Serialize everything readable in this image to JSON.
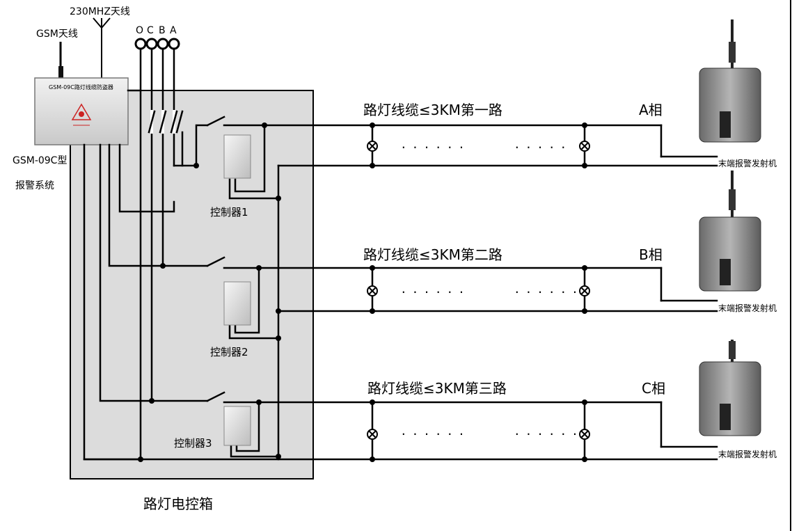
{
  "labels": {
    "gsm_antenna": "GSM天线",
    "radio_antenna": "230MHZ天线",
    "phase_o": "O",
    "phase_c": "C",
    "phase_b": "B",
    "phase_a": "A",
    "alarm_device_panel": "GSM-09C路灯线缆防盗器",
    "alarm_system_model": "GSM-09C型",
    "alarm_system_name": "报警系统",
    "controller_1": "控制器1",
    "controller_2": "控制器2",
    "controller_3": "控制器3",
    "control_box": "路灯电控箱"
  },
  "circuits": [
    {
      "title": "路灯线缆≤3KM第一路",
      "phase": "A相",
      "dots_left": "......",
      "dots_right": ".....",
      "transmitter": "末端报警发射机"
    },
    {
      "title": "路灯线缆≤3KM第二路",
      "phase": "B相",
      "dots_left": "......",
      "dots_right": "......",
      "transmitter": "末端报警发射机"
    },
    {
      "title": "路灯线缆≤3KM第三路",
      "phase": "C相",
      "dots_left": "......",
      "dots_right": "......",
      "transmitter": "末端报警发射机"
    }
  ]
}
